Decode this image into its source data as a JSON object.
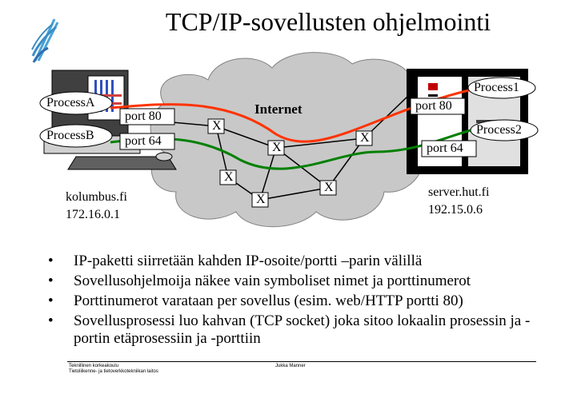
{
  "title": "TCP/IP-sovellusten ohjelmointi",
  "diagram": {
    "cloud_label": "Internet",
    "router_label": "X",
    "processA": "ProcessA",
    "processB": "ProcessB",
    "process1": "Process1",
    "process2": "Process2",
    "port80_left": "port 80",
    "port64_left": "port 64",
    "port80_right": "port 80",
    "port64_right": "port 64",
    "client_host": "kolumbus.fi",
    "client_ip": "172.16.0.1",
    "server_host": "server.hut.fi",
    "server_ip": "192.15.0.6",
    "colors": {
      "red_connection": "#ff3300",
      "green_connection": "#008000",
      "cloud": "#c0c0c0"
    }
  },
  "bullets": [
    "IP-paketti siirretään kahden IP-osoite/portti –parin välillä",
    "Sovellusohjelmoija näkee vain symboliset nimet ja porttinumerot",
    "Porttinumerot varataan per sovellus (esim. web/HTTP portti 80)",
    "Sovellusprosessi luo kahvan (TCP socket) joka sitoo lokaalin prosessin ja -portin etäprosessiin ja -porttiin"
  ],
  "bullet_symbol": "•",
  "footer": {
    "org_line1": "Teknillinen korkeakoulu",
    "org_line2": "Tietoliikenne- ja tietoverkkotekniikan laitos",
    "author": "Jukka Manner"
  }
}
